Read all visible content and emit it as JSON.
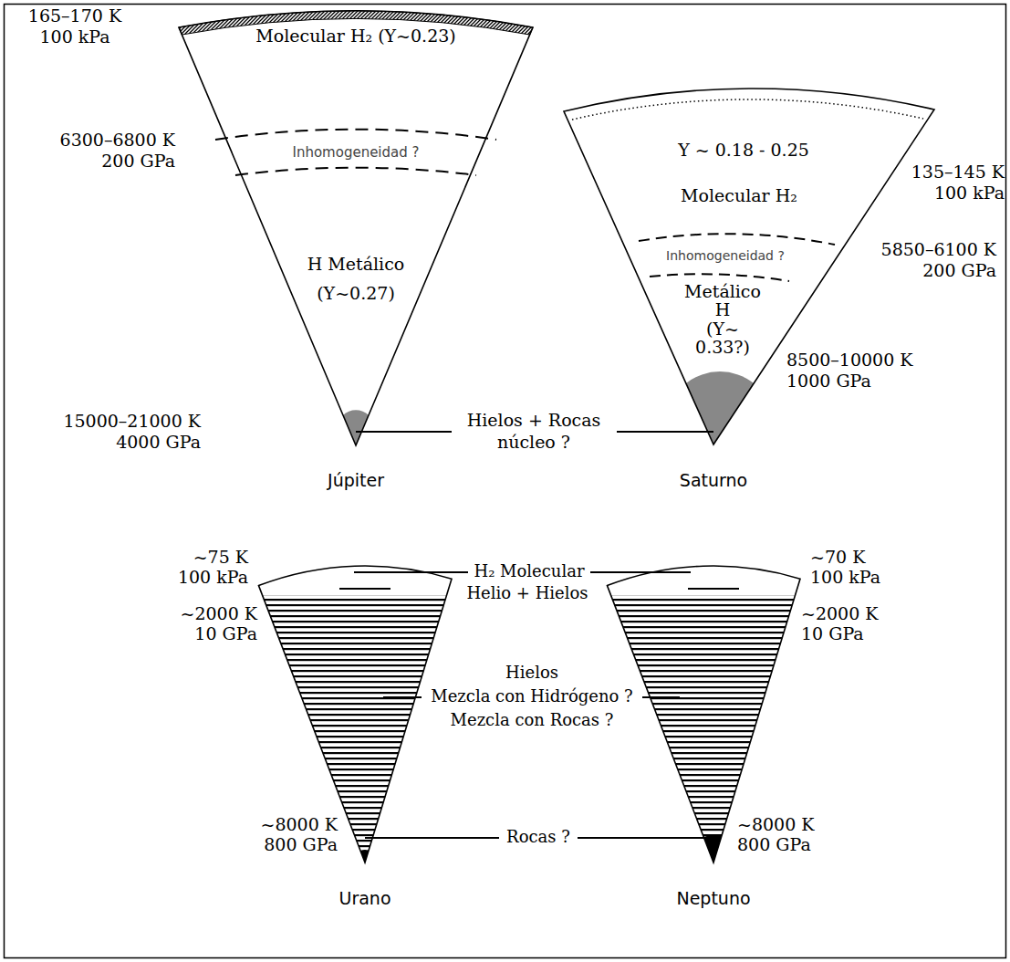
{
  "diagram": {
    "labels": [
      "165–170 K",
      "100 kPa",
      "Molecular H₂ (Y~0.23)",
      "6300–6800 K",
      "200 GPa",
      "Inhomogeneidad ?",
      "135–145 K",
      "100 kPa",
      "Y ~ 0.18 - 0.25",
      "Molecular H₂",
      "H Metálico",
      "(Y~0.27)",
      "5850–6100 K",
      "200 GPa",
      "Inhomogeneidad ?",
      "Metálico",
      "H",
      "(Y~",
      "0.33?)",
      "8500–10000 K",
      "1000 GPa",
      "15000–21000 K",
      "4000 GPa",
      "Hielos + Rocas",
      "núcleo ?",
      "Júpiter",
      "Saturno",
      "~75 K",
      "100 kPa",
      "H₂ Molecular",
      "~70 K",
      "100 kPa",
      "Helio + Hielos",
      "~2000 K",
      "10 GPa",
      "~2000 K",
      "10 GPa",
      "Hielos",
      "Mezcla con Hidrógeno ?",
      "Mezcla con Rocas ?",
      "~8000 K",
      "800 GPa",
      "~8000 K",
      "800 GPa",
      "Rocas ?",
      "Urano",
      "Neptuno"
    ]
  }
}
